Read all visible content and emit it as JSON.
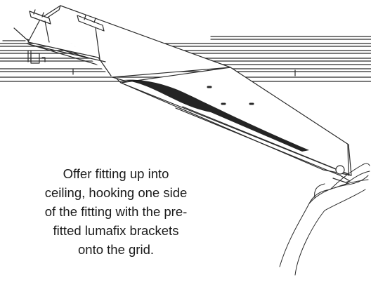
{
  "instruction": {
    "lines": [
      "Offer fitting up into",
      "ceiling, hooking one side",
      "of the fitting with the pre-",
      "fitted lumafix brackets",
      "onto the grid."
    ]
  },
  "colors": {
    "line": "#2a2a2a",
    "background": "#ffffff",
    "shadow": "#111111"
  }
}
